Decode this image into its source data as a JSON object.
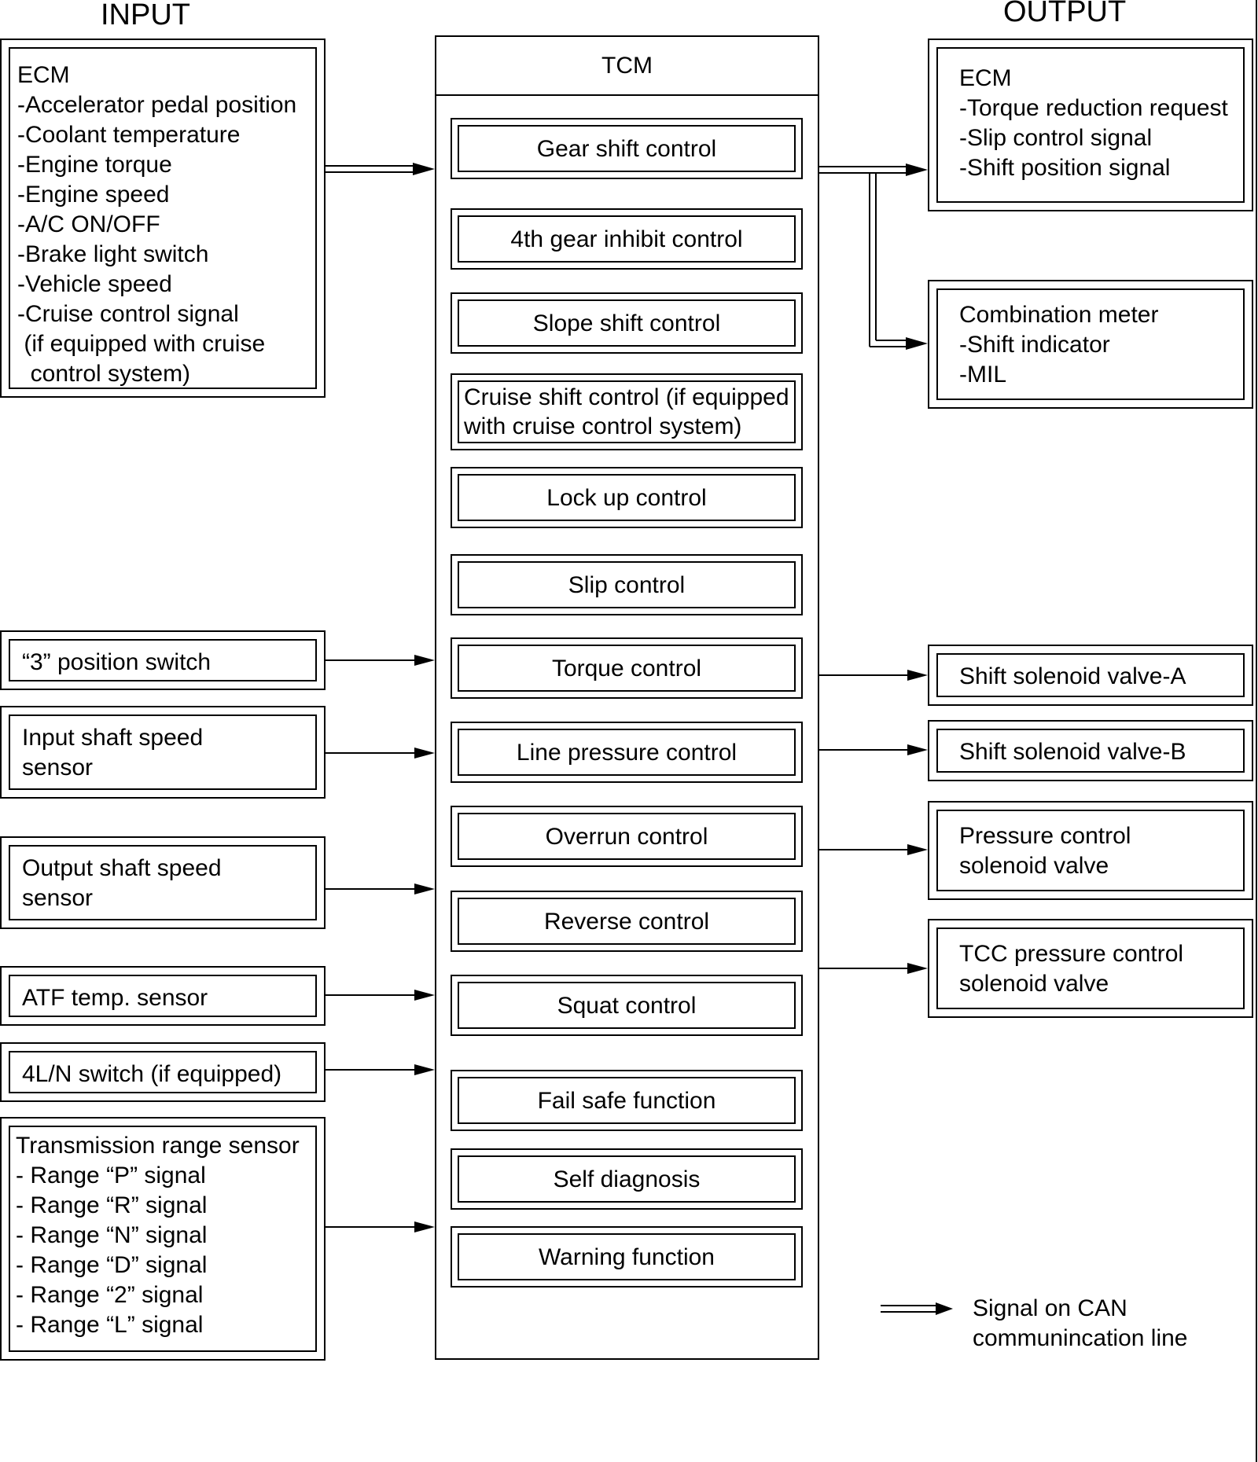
{
  "headers": {
    "input": "INPUT",
    "output": "OUTPUT"
  },
  "tcm": {
    "title": "TCM",
    "functions": [
      {
        "id": "gear-shift-control",
        "label": "Gear shift control"
      },
      {
        "id": "4th-gear-inhibit-control",
        "label": "4th gear inhibit control"
      },
      {
        "id": "slope-shift-control",
        "label": "Slope shift control"
      },
      {
        "id": "cruise-shift-control",
        "lines": [
          "Cruise shift control (if equipped",
          "with cruise control system)"
        ]
      },
      {
        "id": "lock-up-control",
        "label": "Lock up control"
      },
      {
        "id": "slip-control",
        "label": "Slip control"
      },
      {
        "id": "torque-control",
        "label": "Torque control"
      },
      {
        "id": "line-pressure-control",
        "label": "Line pressure control"
      },
      {
        "id": "overrun-control",
        "label": "Overrun control"
      },
      {
        "id": "reverse-control",
        "label": "Reverse control"
      },
      {
        "id": "squat-control",
        "label": "Squat control"
      },
      {
        "id": "fail-safe-function",
        "label": "Fail safe function"
      },
      {
        "id": "self-diagnosis",
        "label": "Self diagnosis"
      },
      {
        "id": "warning-function",
        "label": "Warning function"
      }
    ]
  },
  "inputs": [
    {
      "id": "ecm",
      "signal": "can",
      "lines": [
        "ECM",
        "-Accelerator pedal position",
        "-Coolant temperature",
        "-Engine torque",
        "-Engine speed",
        "-A/C ON/OFF",
        "-Brake light switch",
        "-Vehicle speed",
        "-Cruise control signal",
        " (if equipped with cruise",
        "  control system)"
      ]
    },
    {
      "id": "3-position-switch",
      "signal": "wire",
      "lines": [
        "“3” position switch"
      ]
    },
    {
      "id": "input-shaft-speed-sensor",
      "signal": "wire",
      "lines": [
        "Input shaft speed",
        "sensor"
      ]
    },
    {
      "id": "output-shaft-speed-sensor",
      "signal": "wire",
      "lines": [
        "Output shaft speed",
        "sensor"
      ]
    },
    {
      "id": "atf-temp-sensor",
      "signal": "wire",
      "lines": [
        "ATF temp. sensor"
      ]
    },
    {
      "id": "4l-n-switch",
      "signal": "wire",
      "lines": [
        "4L/N switch (if equipped)"
      ]
    },
    {
      "id": "transmission-range-sensor",
      "signal": "wire",
      "lines": [
        "Transmission range sensor",
        "- Range “P” signal",
        "- Range “R” signal",
        "- Range “N” signal",
        "- Range “D” signal",
        "- Range “2” signal",
        "- Range “L” signal"
      ]
    }
  ],
  "outputs": [
    {
      "id": "ecm-output",
      "signal": "can",
      "lines": [
        "ECM",
        "-Torque reduction request",
        "-Slip control signal",
        "-Shift position signal"
      ]
    },
    {
      "id": "combination-meter",
      "signal": "can",
      "lines": [
        "Combination meter",
        "-Shift indicator",
        "-MIL"
      ]
    },
    {
      "id": "shift-solenoid-valve-a",
      "signal": "wire",
      "lines": [
        "Shift solenoid valve-A"
      ]
    },
    {
      "id": "shift-solenoid-valve-b",
      "signal": "wire",
      "lines": [
        "Shift solenoid valve-B"
      ]
    },
    {
      "id": "pressure-control-solenoid-valve",
      "signal": "wire",
      "lines": [
        "Pressure control",
        "solenoid valve"
      ]
    },
    {
      "id": "tcc-pressure-control-solenoid-valve",
      "signal": "wire",
      "lines": [
        "TCC pressure control",
        "solenoid valve"
      ]
    }
  ],
  "legend": {
    "signal_type": "can",
    "lines": [
      "Signal on CAN",
      "communincation line"
    ]
  }
}
